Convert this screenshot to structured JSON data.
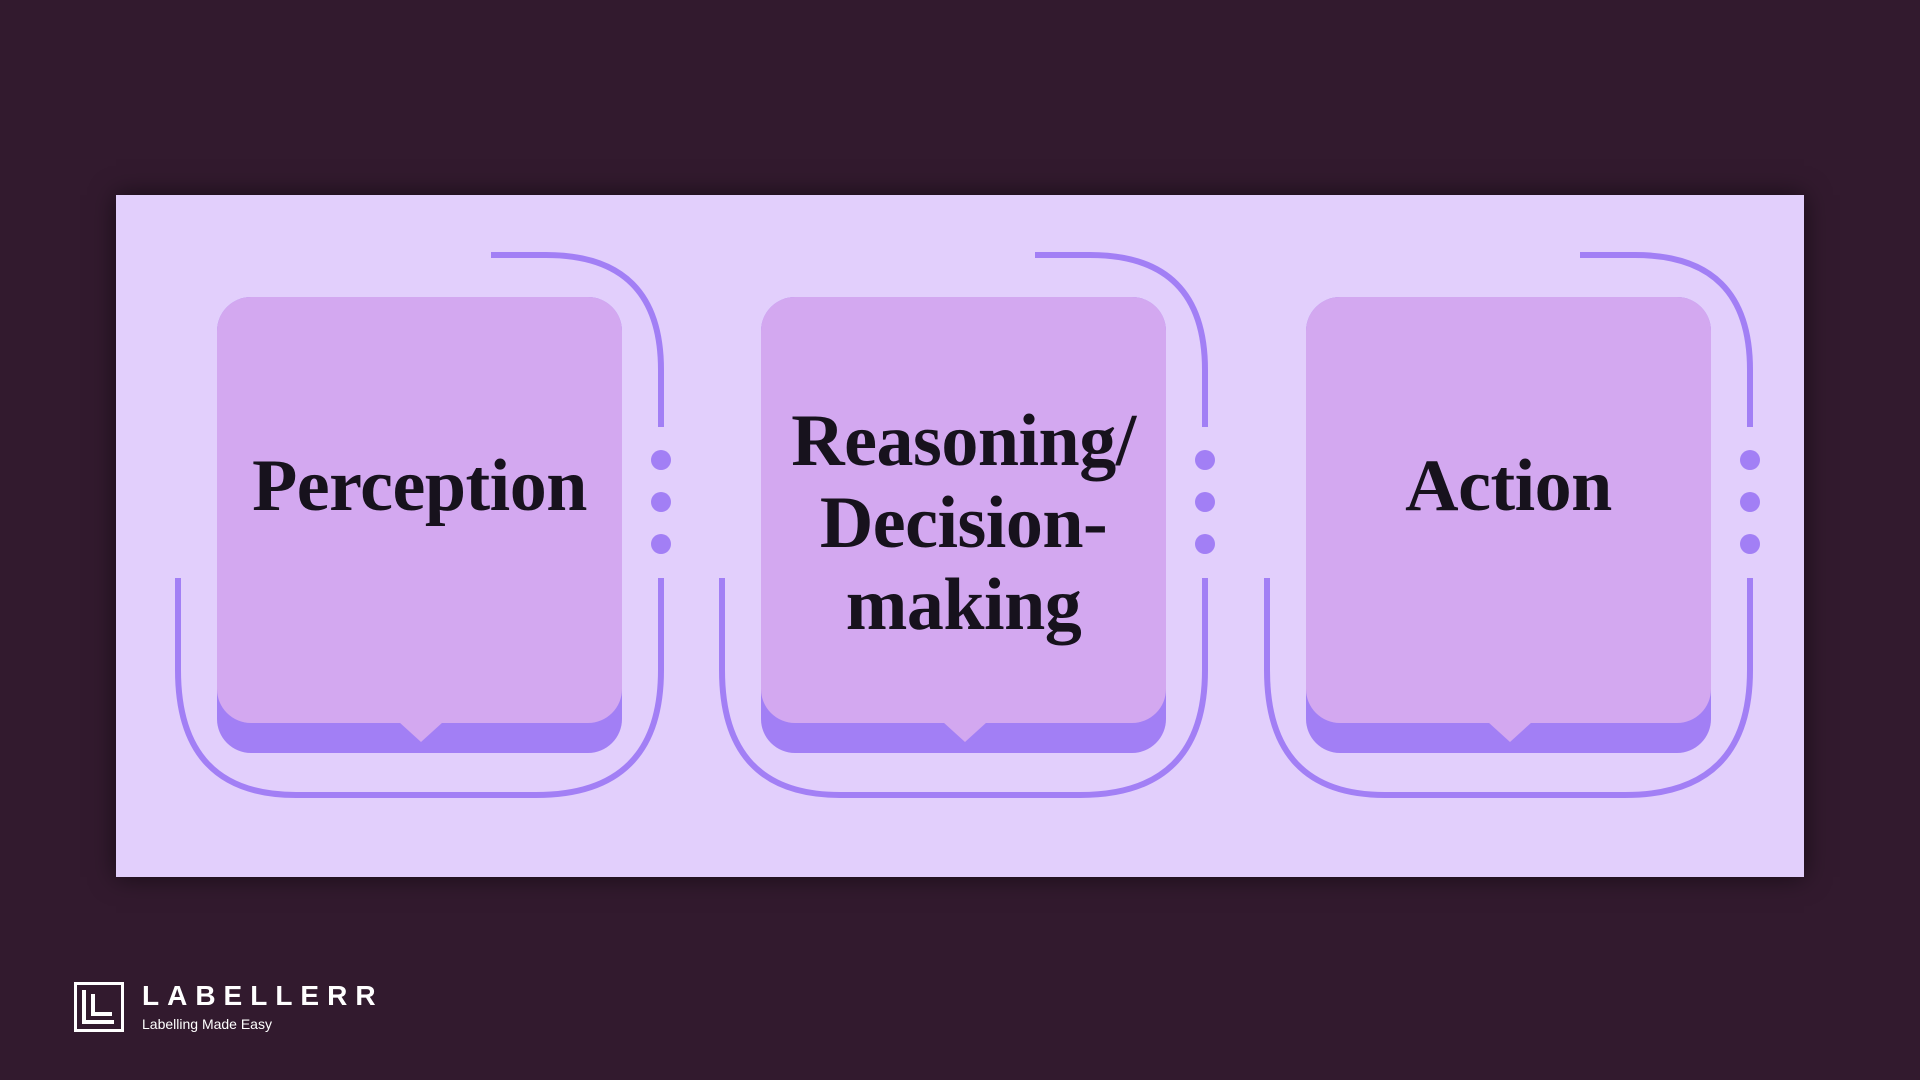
{
  "diagram": {
    "steps": [
      {
        "lines": [
          "Perception"
        ]
      },
      {
        "lines": [
          "Reasoning/",
          "Decision-",
          "making"
        ]
      },
      {
        "lines": [
          "Action"
        ]
      }
    ]
  },
  "branding": {
    "name": "LABELLERR",
    "tagline": "Labelling Made Easy"
  },
  "colors": {
    "background": "#321a2e",
    "panel": "#e2cffc",
    "card": "#d3a8f0",
    "accent": "#a27ff5",
    "text": "#17121d"
  },
  "icons": {
    "logo": "labellerr-logo-icon"
  }
}
